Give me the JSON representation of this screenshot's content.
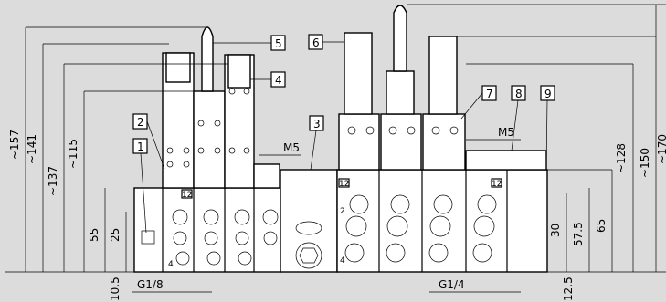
{
  "callouts": [
    "1",
    "2",
    "3",
    "4",
    "5",
    "6",
    "7",
    "8",
    "9"
  ],
  "dims_left": [
    "~157",
    "~141",
    "~137",
    "~115",
    "55",
    "25",
    "10.5"
  ],
  "dims_right": [
    "~170",
    "~150",
    "~128",
    "65",
    "57.5",
    "30",
    "12.5"
  ],
  "thread_labels": {
    "m5_a": "M5",
    "m5_b": "M5",
    "g18": "G1/8",
    "g14": "G1/4"
  },
  "port_labels": {
    "p12": "12",
    "p2": "2",
    "p4": "4"
  }
}
